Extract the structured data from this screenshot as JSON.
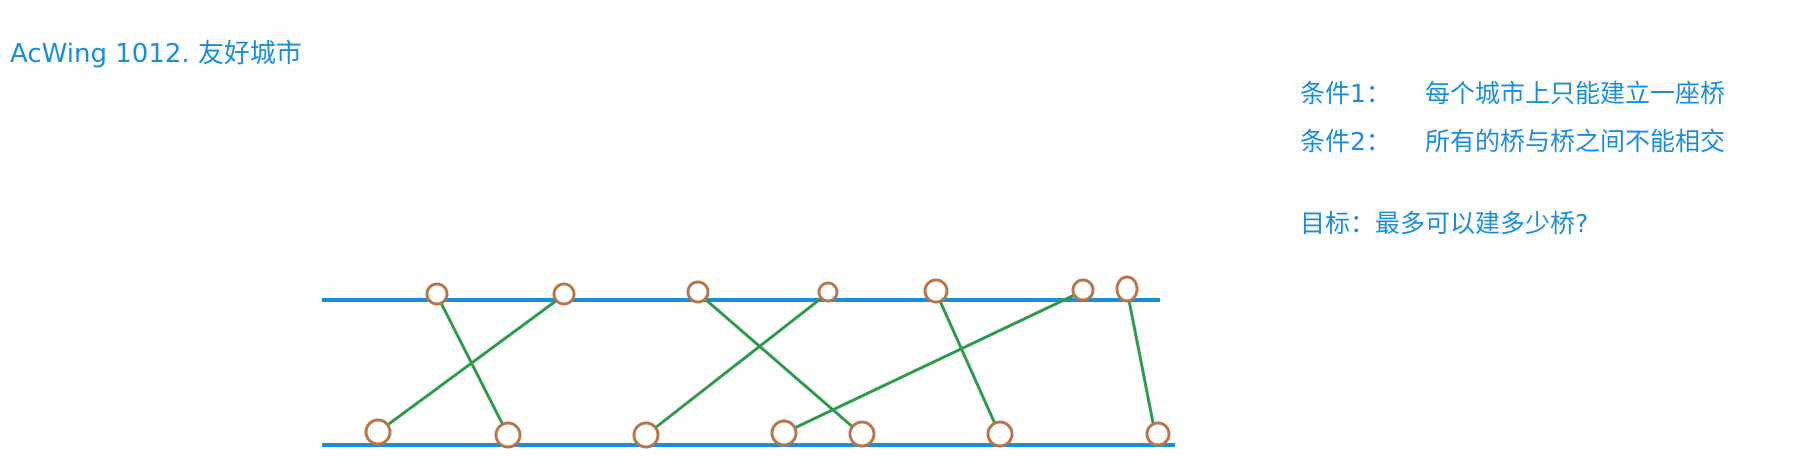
{
  "title": "AcWing 1012. 友好城市",
  "conditions": [
    {
      "label": "条件1：",
      "text": "每个城市上只能建立一座桥"
    },
    {
      "label": "条件2：",
      "text": "所有的桥与桥之间不能相交"
    }
  ],
  "goal": "目标：最多可以建多少桥?",
  "colors": {
    "text": "#1a8fd8",
    "river_line": "#1a8fd8",
    "bridge": "#2e9a4d",
    "city": "#b8764a"
  }
}
